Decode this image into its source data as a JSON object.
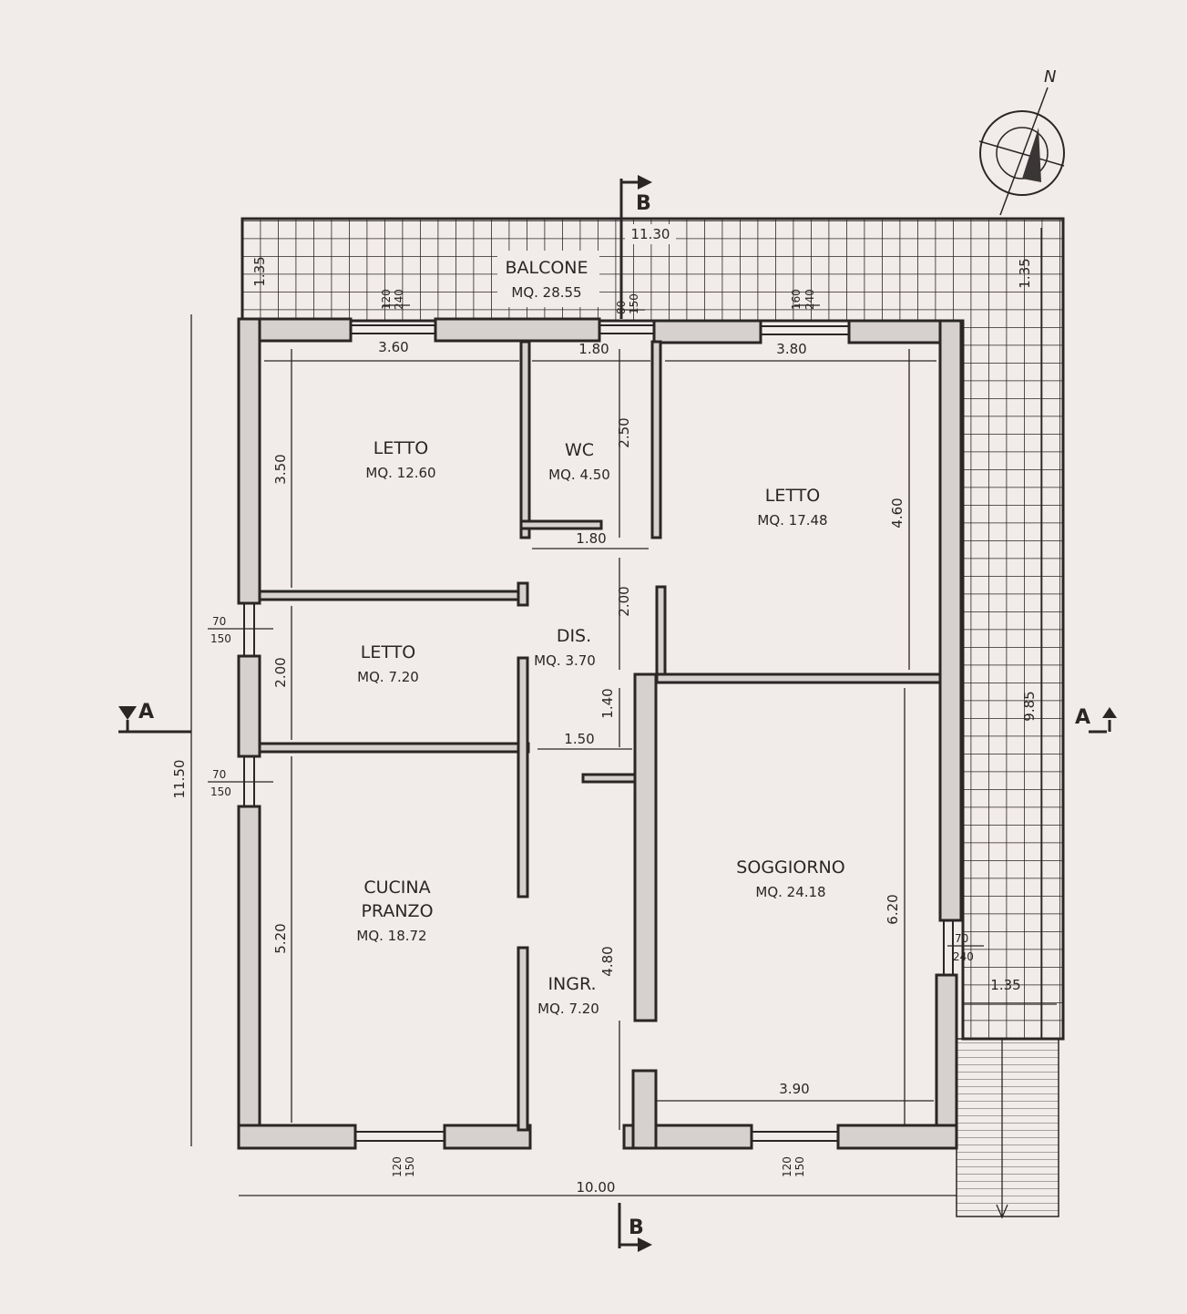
{
  "title": "Floor plan",
  "rooms": [
    {
      "name": "BALCONE",
      "area": "MQ. 28.55"
    },
    {
      "name": "LETTO",
      "area": "MQ. 12.60"
    },
    {
      "name": "WC",
      "area": "MQ. 4.50"
    },
    {
      "name": "LETTO",
      "area": "MQ. 17.48"
    },
    {
      "name": "LETTO",
      "area": "MQ. 7.20"
    },
    {
      "name": "DIS.",
      "area": "MQ. 3.70"
    },
    {
      "name": "CUCINA",
      "name2": "PRANZO",
      "area": "MQ. 18.72"
    },
    {
      "name": "INGR.",
      "area": "MQ. 7.20"
    },
    {
      "name": "SOGGIORNO",
      "area": "MQ. 24.18"
    }
  ],
  "dimensions": [
    "11.30",
    "1.35",
    "1.35",
    "3.60",
    "1.80",
    "3.80",
    "3.50",
    "2.50",
    "1.80",
    "4.60",
    "2.00",
    "2.00",
    "11.50",
    "1.40",
    "1.50",
    "9.85",
    "5.20",
    "6.20",
    "4.80",
    "1.35",
    "3.90",
    "10.00"
  ],
  "windows": [
    "120",
    "240",
    "80",
    "150",
    "160",
    "240",
    "70",
    "150",
    "70",
    "150",
    "70",
    "240",
    "120",
    "150",
    "120",
    "150"
  ],
  "section_marks": {
    "a_left": "A",
    "a_right": "A",
    "b_top": "B",
    "b_bottom": "B"
  },
  "north_label": "N",
  "colors": {
    "paper": "#f1ebe9",
    "ink": "#2a2626",
    "wall_fill": "#d6d0cf"
  }
}
